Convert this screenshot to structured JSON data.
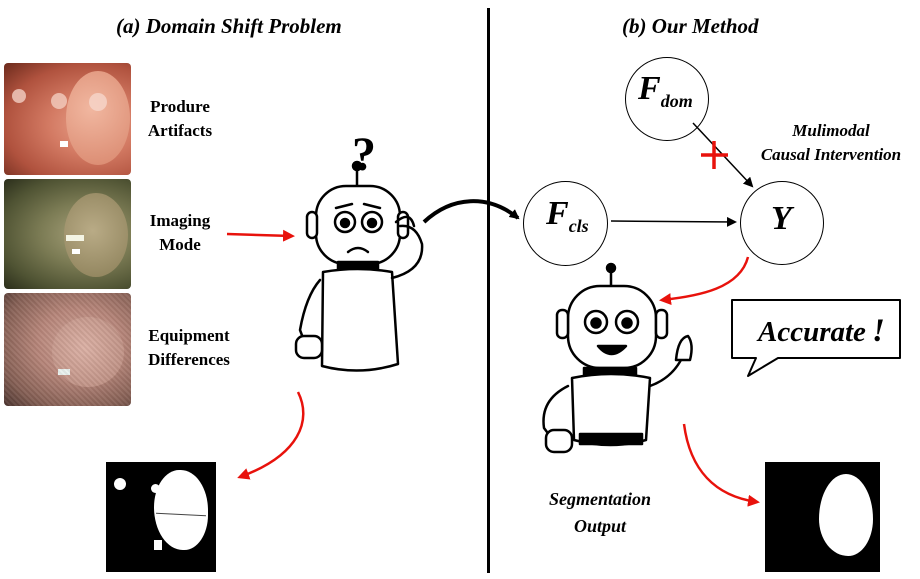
{
  "left_panel": {
    "title": "(a) Domain Shift Problem",
    "rows": [
      {
        "line1": "Produre",
        "line2": "Artifacts"
      },
      {
        "line1": "Imaging",
        "line2": "Mode"
      },
      {
        "line1": "Equipment",
        "line2": "Differences"
      }
    ],
    "question_mark": "?"
  },
  "right_panel": {
    "title": "(b) Our Method",
    "nodes": {
      "f_dom": {
        "base": "F",
        "sub": "dom"
      },
      "f_cls": {
        "base": "F",
        "sub": "cls"
      },
      "y": "Y"
    },
    "intervention_label": {
      "line1": "Mulimodal",
      "line2": "Causal Intervention"
    },
    "speech_bubble": "Accurate",
    "speech_bang": "!",
    "output_label": {
      "line1": "Segmentation",
      "line2": "Output"
    }
  },
  "colors": {
    "arrow_red": "#e8120c",
    "ink": "#000000"
  }
}
